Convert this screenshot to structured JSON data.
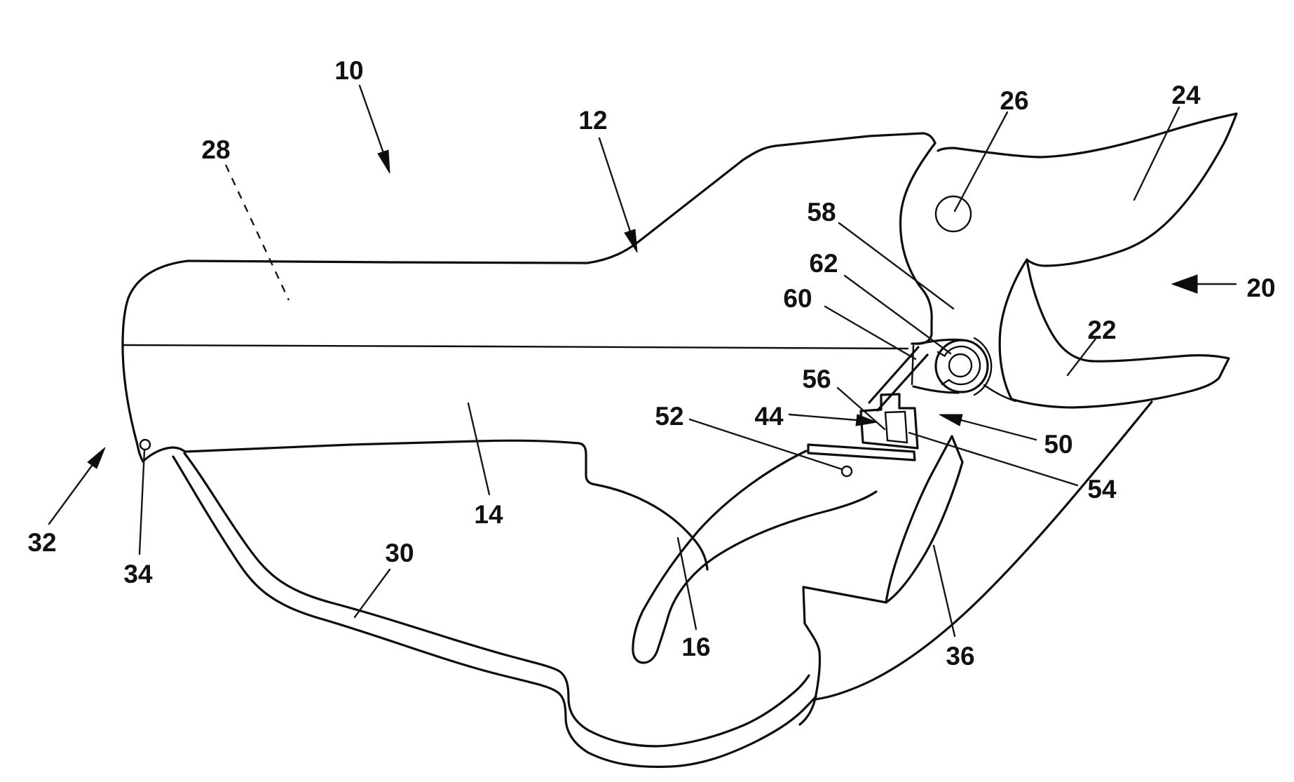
{
  "figure": {
    "kind": "patent-line-drawing",
    "view": "side elevation",
    "background_color": "#ffffff",
    "ink_color": "#0d0d0d"
  },
  "labels": [
    {
      "text": "10"
    },
    {
      "text": "12"
    },
    {
      "text": "14"
    },
    {
      "text": "16"
    },
    {
      "text": "20"
    },
    {
      "text": "22"
    },
    {
      "text": "24"
    },
    {
      "text": "26"
    },
    {
      "text": "28"
    },
    {
      "text": "30"
    },
    {
      "text": "32"
    },
    {
      "text": "34"
    },
    {
      "text": "36"
    },
    {
      "text": "44"
    },
    {
      "text": "50"
    },
    {
      "text": "52"
    },
    {
      "text": "54"
    },
    {
      "text": "56"
    },
    {
      "text": "58"
    },
    {
      "text": "60"
    },
    {
      "text": "62"
    }
  ]
}
